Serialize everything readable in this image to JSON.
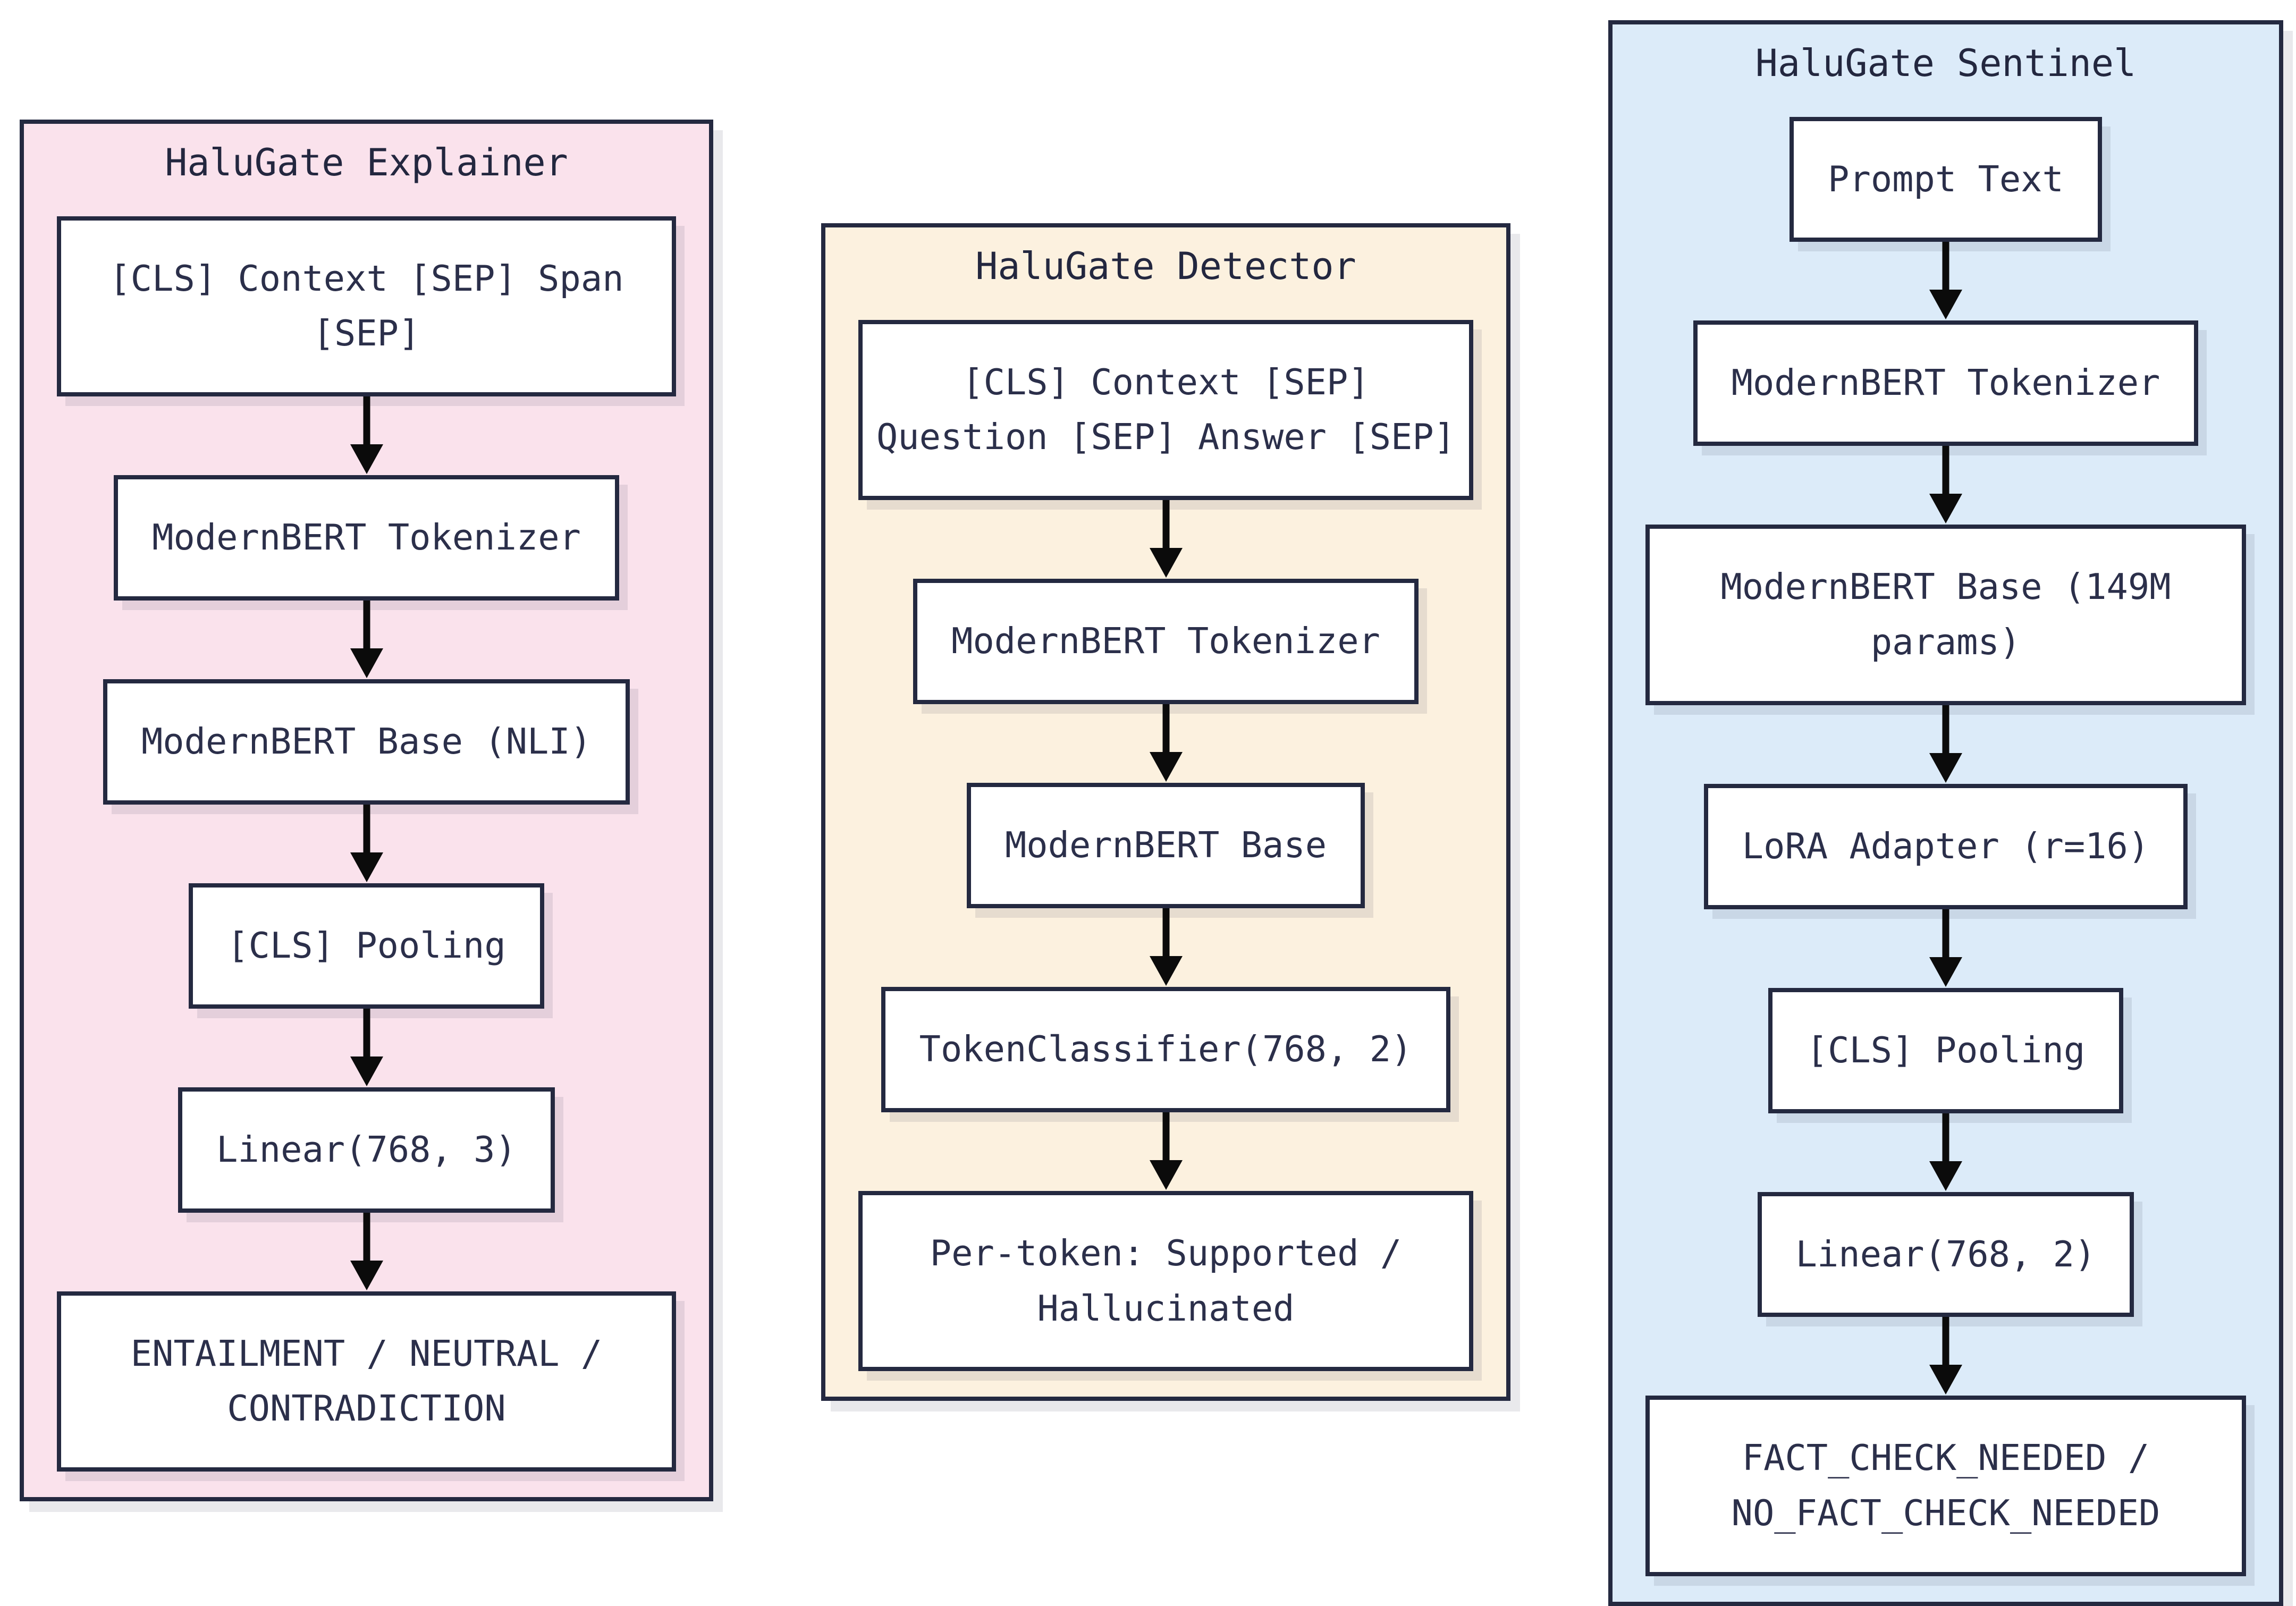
{
  "diagram": {
    "columns": [
      {
        "title": "HaluGate Explainer",
        "bg_color": "#FAE2EC",
        "nodes": [
          "[CLS] Context [SEP] Span\n[SEP]",
          "ModernBERT Tokenizer",
          "ModernBERT Base (NLI)",
          "[CLS] Pooling",
          "Linear(768, 3)",
          "ENTAILMENT / NEUTRAL /\nCONTRADICTION"
        ]
      },
      {
        "title": "HaluGate Detector",
        "bg_color": "#FCF1DF",
        "nodes": [
          "[CLS] Context [SEP]\nQuestion [SEP] Answer [SEP]",
          "ModernBERT Tokenizer",
          "ModernBERT Base",
          "TokenClassifier(768, 2)",
          "Per-token: Supported /\nHallucinated"
        ]
      },
      {
        "title": "HaluGate Sentinel",
        "bg_color": "#DCEBF9",
        "nodes": [
          "Prompt Text",
          "ModernBERT Tokenizer",
          "ModernBERT Base (149M\nparams)",
          "LoRA Adapter (r=16)",
          "[CLS] Pooling",
          "Linear(768, 2)",
          "FACT_CHECK_NEEDED /\nNO_FACT_CHECK_NEEDED"
        ]
      }
    ],
    "colors": {
      "page_background": "#FFFFFF",
      "panel_border": "#242940",
      "node_background": "#FFFFFF",
      "text": "#2B2F4A",
      "arrow": "#0B0B0B"
    },
    "icons": {
      "down_arrow": "▼"
    }
  }
}
